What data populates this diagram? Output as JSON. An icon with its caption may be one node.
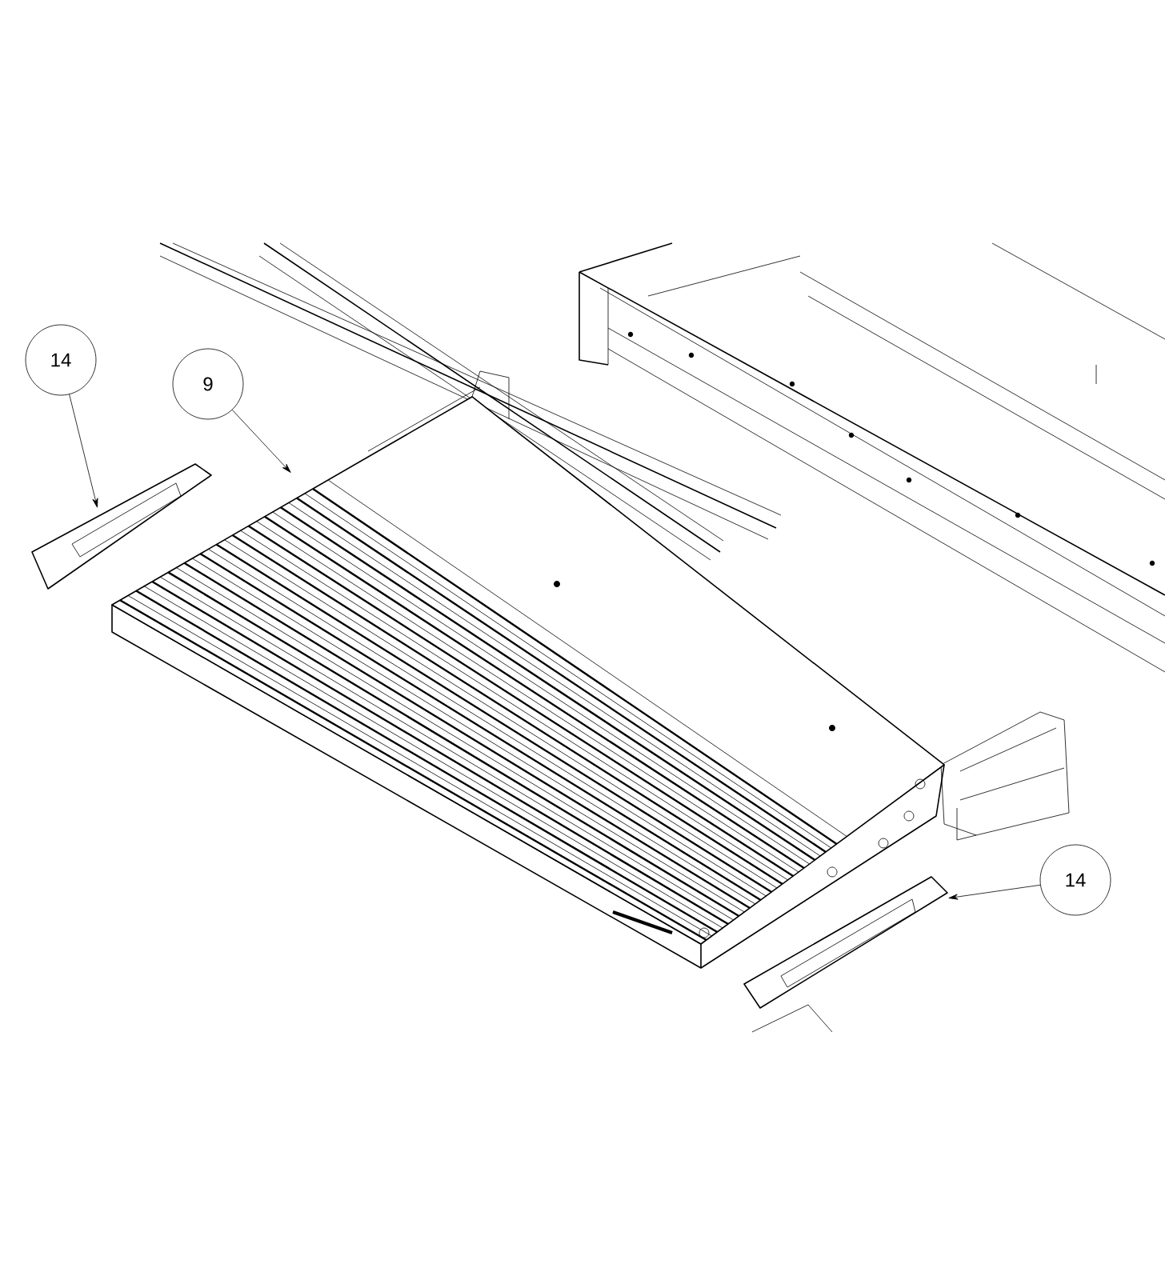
{
  "diagram": {
    "nodes": [
      {
        "text": [
          "14"
        ]
      },
      {
        "text": [
          "9"
        ]
      },
      {
        "text": [
          "14"
        ]
      },
      {
        "text": [],
        "shape": "picture"
      },
      {
        "text": [],
        "shape": "picture"
      },
      {
        "text": [],
        "shape": "picture"
      }
    ],
    "edges": [
      {
        "from": 0,
        "to": 3,
        "arrow": "to"
      },
      {
        "from": 1,
        "to": 4,
        "arrow": "to"
      },
      {
        "from": 2,
        "to": 5,
        "arrow": "to"
      }
    ]
  }
}
